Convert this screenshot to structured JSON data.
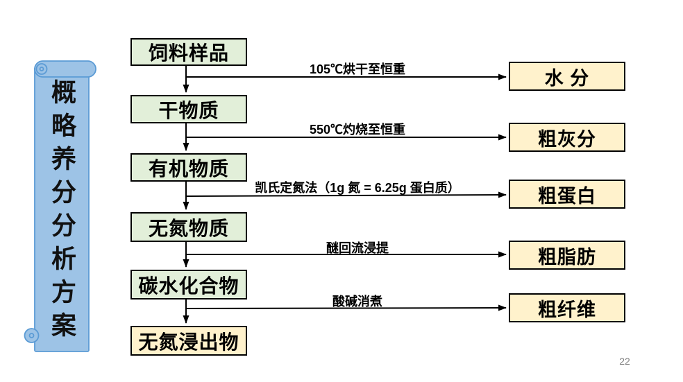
{
  "banner": {
    "title": "概略养分分析方案"
  },
  "flow": {
    "stages": [
      {
        "label": "饲料样品"
      },
      {
        "label": "干物质"
      },
      {
        "label": "有机物质"
      },
      {
        "label": "无氮物质"
      },
      {
        "label": "碳水化合物"
      },
      {
        "label": "无氮浸出物"
      }
    ],
    "methods": [
      {
        "label": "105℃烘干至恒重"
      },
      {
        "label": "550℃灼烧至恒重"
      },
      {
        "label": "凯氏定氮法（1g 氮 = 6.25g 蛋白质）"
      },
      {
        "label": "醚回流浸提"
      },
      {
        "label": "酸碱消煮"
      }
    ],
    "results": [
      {
        "label": "水 分"
      },
      {
        "label": "粗灰分"
      },
      {
        "label": "粗蛋白"
      },
      {
        "label": "粗脂肪"
      },
      {
        "label": "粗纤维"
      }
    ]
  },
  "page": {
    "number": "22"
  },
  "colors": {
    "stage_fill": "#E2EFD9",
    "result_fill": "#FFF2CC",
    "box_border": "#000000",
    "scroll_fill": "#9DC3E6",
    "scroll_border": "#5B9BD5",
    "arrow": "#000000",
    "page_number": "#808080",
    "background": "#FFFFFF"
  }
}
